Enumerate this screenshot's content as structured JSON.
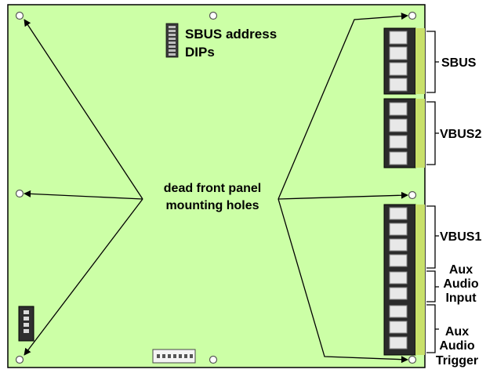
{
  "labels": {
    "sbus_dips_line1": "SBUS address",
    "sbus_dips_line2": "DIPs",
    "center_line1": "dead front panel",
    "center_line2": "mounting holes",
    "sbus": "SBUS",
    "vbus2": "VBUS2",
    "vbus1": "VBUS1",
    "aux_input_line1": "Aux",
    "aux_input_line2": "Audio",
    "aux_input_line3": "Input",
    "aux_trigger_line1": "Aux",
    "aux_trigger_line2": "Audio",
    "aux_trigger_line3": "Trigger"
  },
  "colors": {
    "board": "#ccffa6",
    "connector": "#2b2b2b",
    "pin_strip": "#c8e06a",
    "hole": "#ffffff"
  }
}
